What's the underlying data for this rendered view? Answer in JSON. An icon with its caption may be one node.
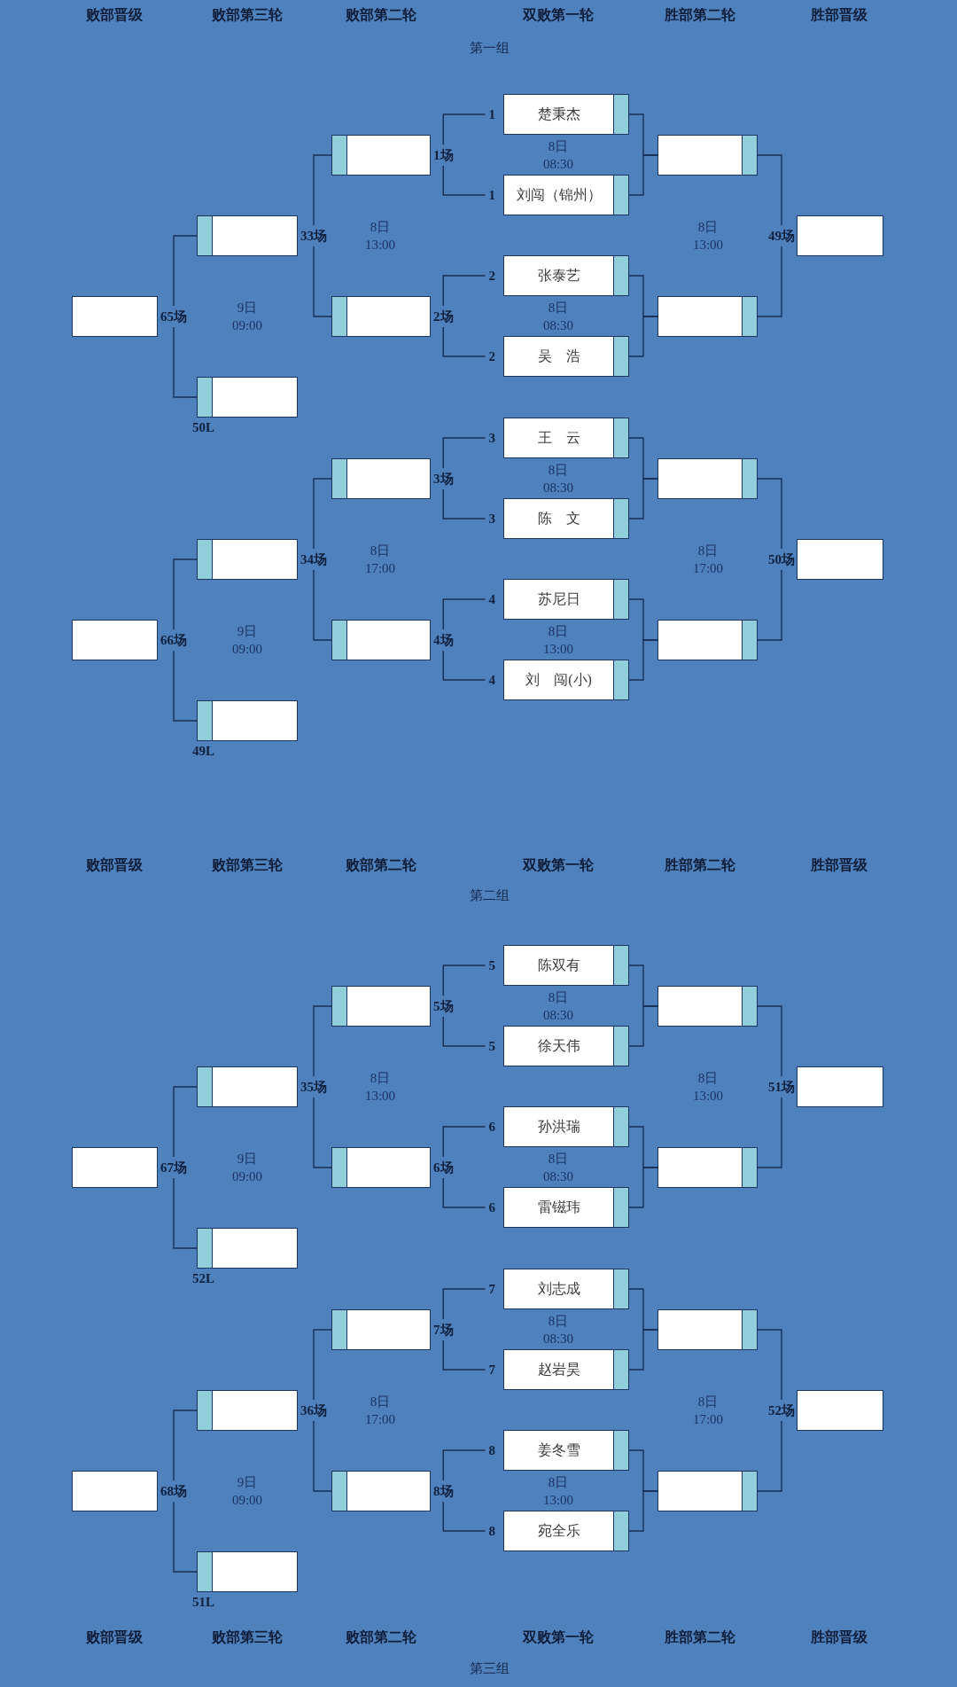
{
  "diagram": {
    "nodes": [
      {
        "text": [
          "楚秉杰"
        ],
        "beside": [
          "1"
        ]
      },
      {
        "text": [],
        "shape": "box",
        "beside": [
          "1场"
        ]
      },
      {
        "text": [],
        "shape": "box"
      },
      {
        "text": [
          "刘闯（锦州）"
        ],
        "beside": [
          "1"
        ]
      },
      {
        "text": [],
        "shape": "box",
        "beside": [
          "33场"
        ]
      },
      {
        "text": [],
        "shape": "box",
        "beside": [
          "49场"
        ]
      },
      {
        "text": [
          "张泰艺"
        ],
        "beside": [
          "2"
        ]
      },
      {
        "text": [],
        "shape": "box",
        "beside": [
          "65场"
        ]
      },
      {
        "text": [],
        "shape": "box",
        "beside": [
          "2场"
        ]
      },
      {
        "text": [],
        "shape": "box"
      },
      {
        "text": [
          "吴　浩"
        ],
        "beside": [
          "2"
        ]
      },
      {
        "text": [],
        "shape": "box",
        "beside": [
          "50L"
        ]
      },
      {
        "text": [
          "王　云"
        ],
        "beside": [
          "3"
        ]
      },
      {
        "text": [],
        "shape": "box",
        "beside": [
          "3场"
        ]
      },
      {
        "text": [],
        "shape": "box"
      },
      {
        "text": [
          "陈　文"
        ],
        "beside": [
          "3"
        ]
      },
      {
        "text": [],
        "shape": "box",
        "beside": [
          "34场"
        ]
      },
      {
        "text": [],
        "shape": "box",
        "beside": [
          "50场"
        ]
      },
      {
        "text": [
          "苏尼日"
        ],
        "beside": [
          "4"
        ]
      },
      {
        "text": [],
        "shape": "box",
        "beside": [
          "66场"
        ]
      },
      {
        "text": [],
        "shape": "box",
        "beside": [
          "4场"
        ]
      },
      {
        "text": [],
        "shape": "box"
      },
      {
        "text": [
          "刘　闯(小)"
        ],
        "beside": [
          "4"
        ]
      },
      {
        "text": [],
        "shape": "box",
        "beside": [
          "49L"
        ]
      },
      {
        "text": [
          "陈双有"
        ],
        "beside": [
          "5"
        ]
      },
      {
        "text": [],
        "shape": "box",
        "beside": [
          "5场"
        ]
      },
      {
        "text": [],
        "shape": "box"
      },
      {
        "text": [
          "徐天伟"
        ],
        "beside": [
          "5"
        ]
      },
      {
        "text": [],
        "shape": "box",
        "beside": [
          "35场"
        ]
      },
      {
        "text": [],
        "shape": "box",
        "beside": [
          "51场"
        ]
      },
      {
        "text": [
          "孙洪瑞"
        ],
        "beside": [
          "6"
        ]
      },
      {
        "text": [],
        "shape": "box",
        "beside": [
          "67场"
        ]
      },
      {
        "text": [],
        "shape": "box",
        "beside": [
          "6场"
        ]
      },
      {
        "text": [],
        "shape": "box"
      },
      {
        "text": [
          "雷镃玮"
        ],
        "beside": [
          "6"
        ]
      },
      {
        "text": [],
        "shape": "box",
        "beside": [
          "52L"
        ]
      },
      {
        "text": [
          "刘志成"
        ],
        "beside": [
          "7"
        ]
      },
      {
        "text": [],
        "shape": "box",
        "beside": [
          "7场"
        ]
      },
      {
        "text": [],
        "shape": "box"
      },
      {
        "text": [
          "赵岩昊"
        ],
        "beside": [
          "7"
        ]
      },
      {
        "text": [],
        "shape": "box",
        "beside": [
          "36场"
        ]
      },
      {
        "text": [],
        "shape": "box",
        "beside": [
          "52场"
        ]
      },
      {
        "text": [
          "姜冬雪"
        ],
        "beside": [
          "8"
        ]
      },
      {
        "text": [],
        "shape": "box",
        "beside": [
          "68场"
        ]
      },
      {
        "text": [],
        "shape": "box",
        "beside": [
          "8场"
        ]
      },
      {
        "text": [],
        "shape": "box"
      },
      {
        "text": [
          "宛全乐"
        ],
        "beside": [
          "8"
        ]
      },
      {
        "text": [],
        "shape": "box",
        "beside": [
          "51L"
        ]
      }
    ],
    "edges": [
      {
        "from": 0,
        "to": 1,
        "arrow": "none"
      },
      {
        "from": 3,
        "to": 1,
        "arrow": "none"
      },
      {
        "from": 0,
        "to": 2,
        "arrow": "none"
      },
      {
        "from": 3,
        "to": 2,
        "arrow": "none"
      },
      {
        "from": 6,
        "to": 8,
        "arrow": "none"
      },
      {
        "from": 10,
        "to": 8,
        "arrow": "none"
      },
      {
        "from": 6,
        "to": 9,
        "arrow": "none"
      },
      {
        "from": 10,
        "to": 9,
        "arrow": "none"
      },
      {
        "from": 1,
        "to": 4,
        "arrow": "none"
      },
      {
        "from": 8,
        "to": 4,
        "arrow": "none"
      },
      {
        "from": 2,
        "to": 5,
        "arrow": "none"
      },
      {
        "from": 9,
        "to": 5,
        "arrow": "none"
      },
      {
        "from": 4,
        "to": 7,
        "arrow": "none"
      },
      {
        "from": 11,
        "to": 7,
        "arrow": "none"
      },
      {
        "from": 12,
        "to": 13,
        "arrow": "none"
      },
      {
        "from": 15,
        "to": 13,
        "arrow": "none"
      },
      {
        "from": 12,
        "to": 14,
        "arrow": "none"
      },
      {
        "from": 15,
        "to": 14,
        "arrow": "none"
      },
      {
        "from": 18,
        "to": 20,
        "arrow": "none"
      },
      {
        "from": 22,
        "to": 20,
        "arrow": "none"
      },
      {
        "from": 18,
        "to": 21,
        "arrow": "none"
      },
      {
        "from": 22,
        "to": 21,
        "arrow": "none"
      },
      {
        "from": 13,
        "to": 16,
        "arrow": "none"
      },
      {
        "from": 20,
        "to": 16,
        "arrow": "none"
      },
      {
        "from": 14,
        "to": 17,
        "arrow": "none"
      },
      {
        "from": 21,
        "to": 17,
        "arrow": "none"
      },
      {
        "from": 16,
        "to": 19,
        "arrow": "none"
      },
      {
        "from": 23,
        "to": 19,
        "arrow": "none"
      },
      {
        "from": 24,
        "to": 25,
        "arrow": "none"
      },
      {
        "from": 27,
        "to": 25,
        "arrow": "none"
      },
      {
        "from": 24,
        "to": 26,
        "arrow": "none"
      },
      {
        "from": 27,
        "to": 26,
        "arrow": "none"
      },
      {
        "from": 30,
        "to": 32,
        "arrow": "none"
      },
      {
        "from": 34,
        "to": 32,
        "arrow": "none"
      },
      {
        "from": 30,
        "to": 33,
        "arrow": "none"
      },
      {
        "from": 34,
        "to": 33,
        "arrow": "none"
      },
      {
        "from": 25,
        "to": 28,
        "arrow": "none"
      },
      {
        "from": 32,
        "to": 28,
        "arrow": "none"
      },
      {
        "from": 26,
        "to": 29,
        "arrow": "none"
      },
      {
        "from": 33,
        "to": 29,
        "arrow": "none"
      },
      {
        "from": 28,
        "to": 31,
        "arrow": "none"
      },
      {
        "from": 35,
        "to": 31,
        "arrow": "none"
      },
      {
        "from": 36,
        "to": 37,
        "arrow": "none"
      },
      {
        "from": 39,
        "to": 37,
        "arrow": "none"
      },
      {
        "from": 36,
        "to": 38,
        "arrow": "none"
      },
      {
        "from": 39,
        "to": 38,
        "arrow": "none"
      },
      {
        "from": 42,
        "to": 44,
        "arrow": "none"
      },
      {
        "from": 46,
        "to": 44,
        "arrow": "none"
      },
      {
        "from": 42,
        "to": 45,
        "arrow": "none"
      },
      {
        "from": 46,
        "to": 45,
        "arrow": "none"
      },
      {
        "from": 37,
        "to": 40,
        "arrow": "none"
      },
      {
        "from": 44,
        "to": 40,
        "arrow": "none"
      },
      {
        "from": 38,
        "to": 41,
        "arrow": "none"
      },
      {
        "from": 45,
        "to": 41,
        "arrow": "none"
      },
      {
        "from": 40,
        "to": 43,
        "arrow": "none"
      },
      {
        "from": 47,
        "to": 43,
        "arrow": "none"
      }
    ],
    "labels": [
      "败部晋级",
      "败部第三轮",
      "败部第二轮",
      "双败第一轮",
      "胜部第二轮",
      "胜部晋级",
      "第一组",
      "8日 08:30",
      "8日 13:00",
      "8日 13:00",
      "9日 09:00",
      "8日 08:30",
      "8日 08:30",
      "8日 17:00",
      "8日 17:00",
      "9日 09:00",
      "8日 13:00",
      "败部晋级",
      "败部第三轮",
      "败部第二轮",
      "双败第一轮",
      "胜部第二轮",
      "胜部晋级",
      "第二组",
      "8日 08:30",
      "8日 13:00",
      "8日 13:00",
      "9日 09:00",
      "8日 08:30",
      "8日 08:30",
      "8日 17:00",
      "8日 17:00",
      "9日 09:00",
      "8日 13:00",
      "败部晋级",
      "败部第三轮",
      "败部第二轮",
      "双败第一轮",
      "胜部第二轮",
      "胜部晋级",
      "第三组"
    ]
  }
}
